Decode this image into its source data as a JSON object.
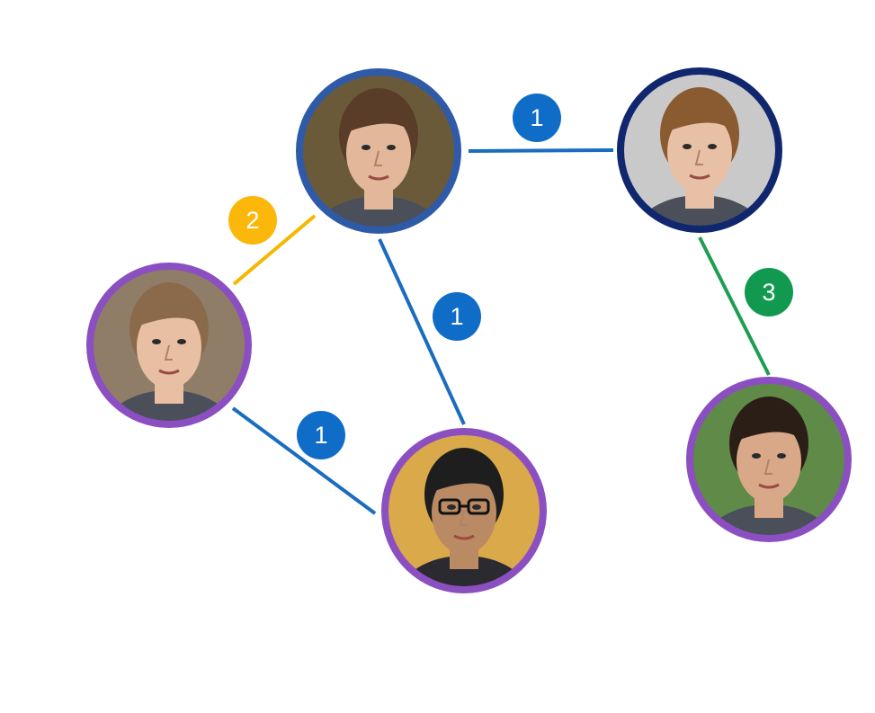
{
  "colors": {
    "background": "#ffffff",
    "edge_blue": "#1a6cc0",
    "edge_yellow": "#f5b800",
    "edge_green": "#1e9e4f",
    "badge_blue": "#0f6cc7",
    "badge_yellow": "#fbb80b",
    "badge_green": "#119a4f",
    "ring_blue": "#2e5aa8",
    "ring_navy": "#10266e",
    "ring_purple": "#8c4fc1"
  },
  "nodes": [
    {
      "id": "man-center",
      "icon": "person-avatar-icon",
      "ring": "ring_blue",
      "skin": "#e2b79a",
      "hair": "#5a3d28",
      "bg": "#6b5a3a"
    },
    {
      "id": "woman-top-right",
      "icon": "person-avatar-icon",
      "ring": "ring_navy",
      "skin": "#e8c0a6",
      "hair": "#8a5a30",
      "bg": "#c9c9c9"
    },
    {
      "id": "woman-left",
      "icon": "person-avatar-icon",
      "ring": "ring_purple",
      "skin": "#e9bfa3",
      "hair": "#8b6a4c",
      "bg": "#8f7d68"
    },
    {
      "id": "man-glasses",
      "icon": "person-avatar-icon",
      "ring": "ring_purple",
      "skin": "#b98a63",
      "hair": "#1e1e1e",
      "bg": "#d9a94a"
    },
    {
      "id": "man-right",
      "icon": "person-avatar-icon",
      "ring": "ring_purple",
      "skin": "#d9a888",
      "hair": "#2a1e16",
      "bg": "#5f8a48"
    }
  ],
  "edges": [
    {
      "from": "man-center",
      "to": "woman-top-right",
      "weight": "1",
      "color": "edge_blue",
      "badge": "badge_blue"
    },
    {
      "from": "man-center",
      "to": "woman-left",
      "weight": "2",
      "color": "edge_yellow",
      "badge": "badge_yellow"
    },
    {
      "from": "man-center",
      "to": "man-glasses",
      "weight": "1",
      "color": "edge_blue",
      "badge": "badge_blue"
    },
    {
      "from": "woman-left",
      "to": "man-glasses",
      "weight": "1",
      "color": "edge_blue",
      "badge": "badge_blue"
    },
    {
      "from": "woman-top-right",
      "to": "man-right",
      "weight": "3",
      "color": "edge_green",
      "badge": "badge_green"
    }
  ]
}
